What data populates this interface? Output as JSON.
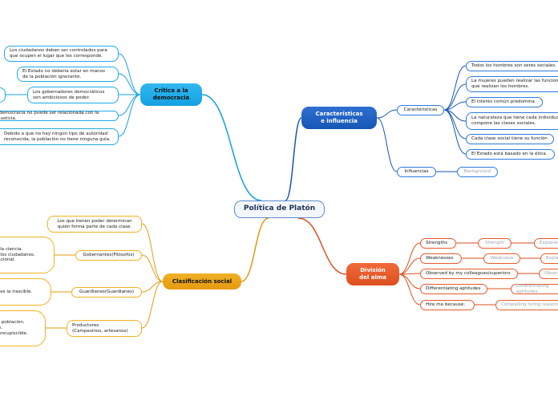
{
  "root": {
    "label": "Política de Platón"
  },
  "branches": {
    "caracteristicas": {
      "label": "Características\ne influencia",
      "color": "#1656b5",
      "sub_caracteristicas": "Caracteristicas",
      "items": [
        "Todos los hombres son seres sociales.",
        "La mujeres pueden realizar las funciones\nque realizan los hombres.",
        "El interés común predomina",
        "La naturaleza que tiene cada individuo\ncompone las clases sociales.",
        "Cada clase social tiene su función",
        "El Estado está basado en la ética."
      ],
      "sub_influencias": "Influencias",
      "influencias_child": "Background"
    },
    "critica": {
      "label": "Crítica a la\ndemocracia",
      "color": "#13a0e2",
      "items": [
        "Los ciudadanos deben ser controlados para\nque ocupen el lugar que les corresponde.",
        "El Estado no debería estar en manos\nde la población ignorante.",
        "Los gobernadores democráticos\nson ambiciosos de poder.",
        "democracia no puede ser relacionada con la justicia.",
        "Debido a que no hay ningún tipo de autoridad\nreconocida, la población no tiene ninguna guía."
      ]
    },
    "clasificacion": {
      "label": "Clasificación social",
      "color": "#e49a0f",
      "items": [
        "Los que tienen poder determinan\nquién forma parte de cada clase.",
        "Gobernantes(Filósofos)",
        "Guardianes(Guardianes)",
        "Productores\n(Campesinos, artesanos)"
      ],
      "left_fragments": [
        "y la ciencia.\ne los ciudadanos.\nracional.",
        "a es la irascible.",
        "la población.\nos.\nconcupiscible."
      ]
    },
    "division": {
      "label": "División\ndel alma",
      "color": "#dd4f1f",
      "items": [
        "Strengths",
        "Weaknesses",
        "Observed by my colleagues/superiors",
        "Differentiating aptitudes",
        "Hire me because:"
      ],
      "level2": [
        "Strength",
        "Weakness",
        "Observed",
        "Differentiating aptitudes",
        "Compelling hiring reasons"
      ],
      "level3": [
        "Explanation",
        "Explanation"
      ]
    }
  }
}
